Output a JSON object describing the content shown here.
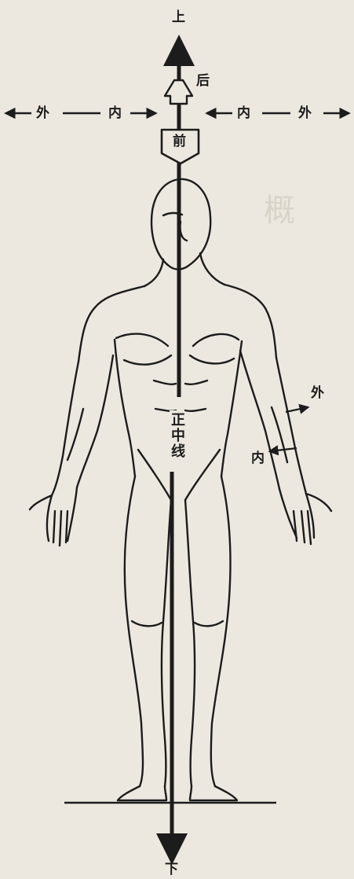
{
  "labels": {
    "up": "上",
    "down": "下",
    "back": "后",
    "front": "前",
    "outer_left": "外",
    "inner_left": "内",
    "inner_right": "内",
    "outer_right": "外",
    "arm_outer": "外",
    "arm_inner": "内",
    "midline": "正中线",
    "bleed_through": "概"
  },
  "colors": {
    "ink": "#1c1c1c",
    "paper": "#ece8df"
  }
}
